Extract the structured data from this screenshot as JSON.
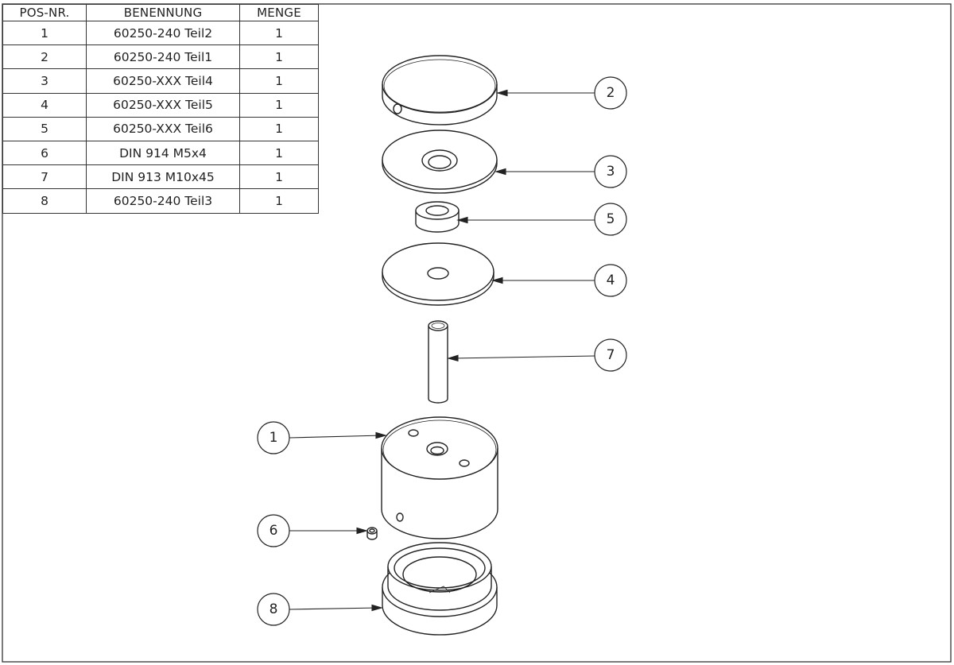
{
  "bom": {
    "headers": [
      "POS-NR.",
      "BENENNUNG",
      "MENGE"
    ],
    "rows": [
      {
        "pos": "1",
        "name": "60250-240 Teil2",
        "qty": "1"
      },
      {
        "pos": "2",
        "name": "60250-240 Teil1",
        "qty": "1"
      },
      {
        "pos": "3",
        "name": "60250-XXX Teil4",
        "qty": "1"
      },
      {
        "pos": "4",
        "name": "60250-XXX Teil5",
        "qty": "1"
      },
      {
        "pos": "5",
        "name": "60250-XXX Teil6",
        "qty": "1"
      },
      {
        "pos": "6",
        "name": "DIN 914 M5x4",
        "qty": "1"
      },
      {
        "pos": "7",
        "name": "DIN 913 M10x45",
        "qty": "1"
      },
      {
        "pos": "8",
        "name": "60250-240 Teil3",
        "qty": "1"
      }
    ]
  },
  "balloons": {
    "b1": "1",
    "b2": "2",
    "b3": "3",
    "b4": "4",
    "b5": "5",
    "b6": "6",
    "b7": "7",
    "b8": "8"
  }
}
